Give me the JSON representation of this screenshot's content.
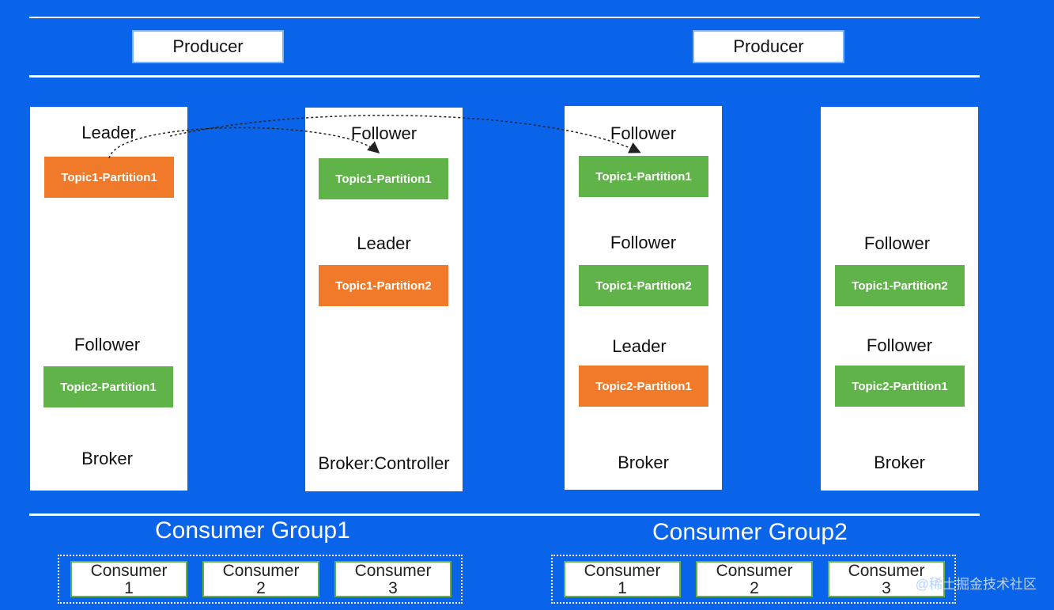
{
  "producers": [
    "Producer",
    "Producer"
  ],
  "brokers": [
    {
      "name": "Broker",
      "slots": [
        {
          "role": "Leader",
          "partition": "Topic1-Partition1",
          "type": "leader"
        },
        {
          "role": "Follower",
          "partition": "Topic2-Partition1",
          "type": "follower"
        }
      ]
    },
    {
      "name": "Broker:Controller",
      "slots": [
        {
          "role": "Follower",
          "partition": "Topic1-Partition1",
          "type": "follower"
        },
        {
          "role": "Leader",
          "partition": "Topic1-Partition2",
          "type": "leader"
        }
      ]
    },
    {
      "name": "Broker",
      "slots": [
        {
          "role": "Follower",
          "partition": "Topic1-Partition1",
          "type": "follower"
        },
        {
          "role": "Follower",
          "partition": "Topic1-Partition2",
          "type": "follower"
        },
        {
          "role": "Leader",
          "partition": "Topic2-Partition1",
          "type": "leader"
        }
      ]
    },
    {
      "name": "Broker",
      "slots": [
        {
          "role": "Follower",
          "partition": "Topic1-Partition2",
          "type": "follower"
        },
        {
          "role": "Follower",
          "partition": "Topic2-Partition1",
          "type": "follower"
        }
      ]
    }
  ],
  "consumer_groups": [
    {
      "title": "Consumer Group1",
      "consumers": [
        {
          "label": "Consumer",
          "num": "1"
        },
        {
          "label": "Consumer",
          "num": "2"
        },
        {
          "label": "Consumer",
          "num": "3"
        }
      ]
    },
    {
      "title": "Consumer Group2",
      "consumers": [
        {
          "label": "Consumer",
          "num": "1"
        },
        {
          "label": "Consumer",
          "num": "2"
        },
        {
          "label": "Consumer",
          "num": "3"
        }
      ]
    }
  ],
  "watermark": "@稀土掘金技术社区",
  "colors": {
    "background": "#0a64ea",
    "leader": "#f07a2a",
    "follower": "#5fb348",
    "line": "#ffffff"
  }
}
